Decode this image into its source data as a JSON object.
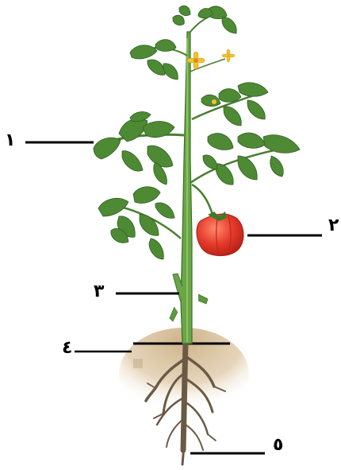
{
  "labels": {
    "leaf": "١",
    "fruit": "٢",
    "stem": "٣",
    "soil_line": "٤",
    "root": "٥"
  },
  "colors": {
    "stem": "#5f9e3e",
    "leaf": "#4e8a34",
    "leaf_dark": "#2f5e22",
    "fruit": "#e23a2c",
    "flower": "#f2c230",
    "soil": "#d9c2a0",
    "root": "#6a5a45"
  }
}
